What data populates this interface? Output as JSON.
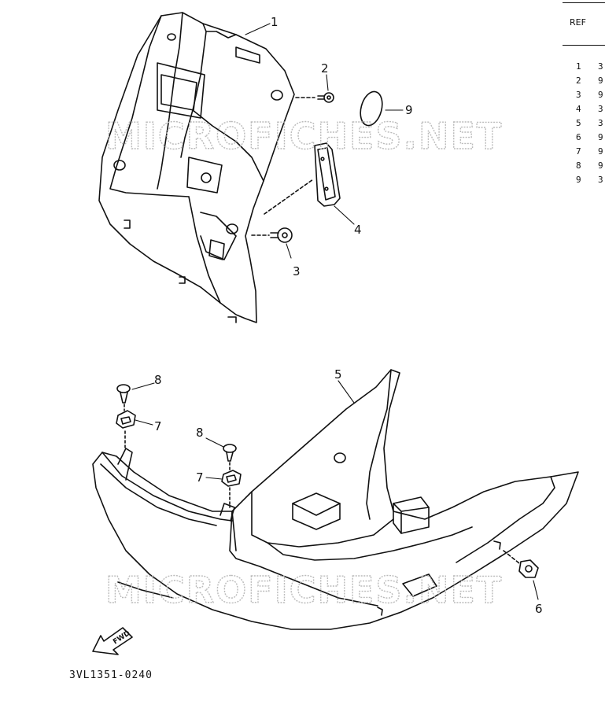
{
  "diagram_code": "3VL1351-0240",
  "watermark_text": "MICROFICHES.NET",
  "direction_label": "FWD",
  "ref_table": {
    "header": "REF",
    "rows": [
      {
        "ref": "1",
        "code": "3"
      },
      {
        "ref": "2",
        "code": "9"
      },
      {
        "ref": "3",
        "code": "9"
      },
      {
        "ref": "4",
        "code": "3"
      },
      {
        "ref": "5",
        "code": "3"
      },
      {
        "ref": "6",
        "code": "9"
      },
      {
        "ref": "7",
        "code": "9"
      },
      {
        "ref": "8",
        "code": "9"
      },
      {
        "ref": "9",
        "code": "3"
      }
    ]
  },
  "callouts": [
    "1",
    "2",
    "3",
    "4",
    "5",
    "6",
    "7",
    "8",
    "7",
    "8",
    "9"
  ]
}
